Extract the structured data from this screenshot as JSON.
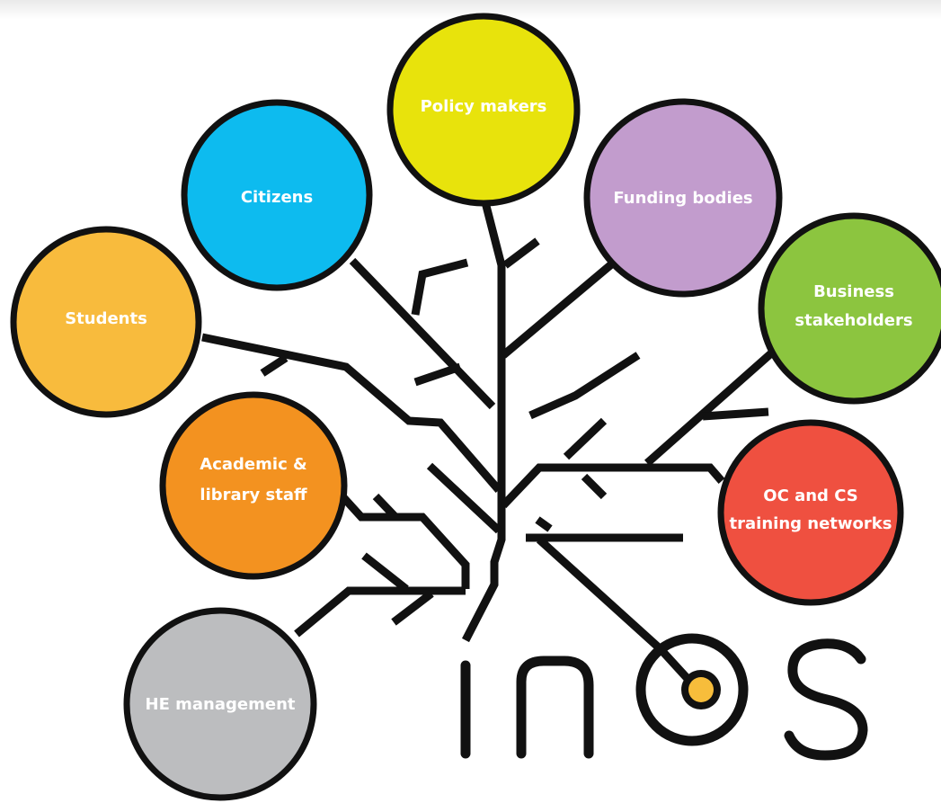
{
  "diagram": {
    "logo": {
      "text": "inos",
      "accent_color": "#f7bd3b"
    },
    "nodes": [
      {
        "id": "policy-makers",
        "lines": [
          "Policy makers"
        ],
        "color": "#e8e30c"
      },
      {
        "id": "citizens",
        "lines": [
          "Citizens"
        ],
        "color": "#0dbbef"
      },
      {
        "id": "funding-bodies",
        "lines": [
          "Funding bodies"
        ],
        "color": "#c29ccd"
      },
      {
        "id": "students",
        "lines": [
          "Students"
        ],
        "color": "#f8bb3d"
      },
      {
        "id": "business-stakeholders",
        "lines": [
          "Business",
          "stakeholders"
        ],
        "color": "#8cc53f"
      },
      {
        "id": "academic-library-staff",
        "lines": [
          "Academic &",
          "library staff"
        ],
        "color": "#f39220"
      },
      {
        "id": "oc-cs-training-networks",
        "lines": [
          "OC and CS",
          "training networks"
        ],
        "color": "#ef5040"
      },
      {
        "id": "he-management",
        "lines": [
          "HE management"
        ],
        "color": "#bcbdbf"
      }
    ]
  }
}
